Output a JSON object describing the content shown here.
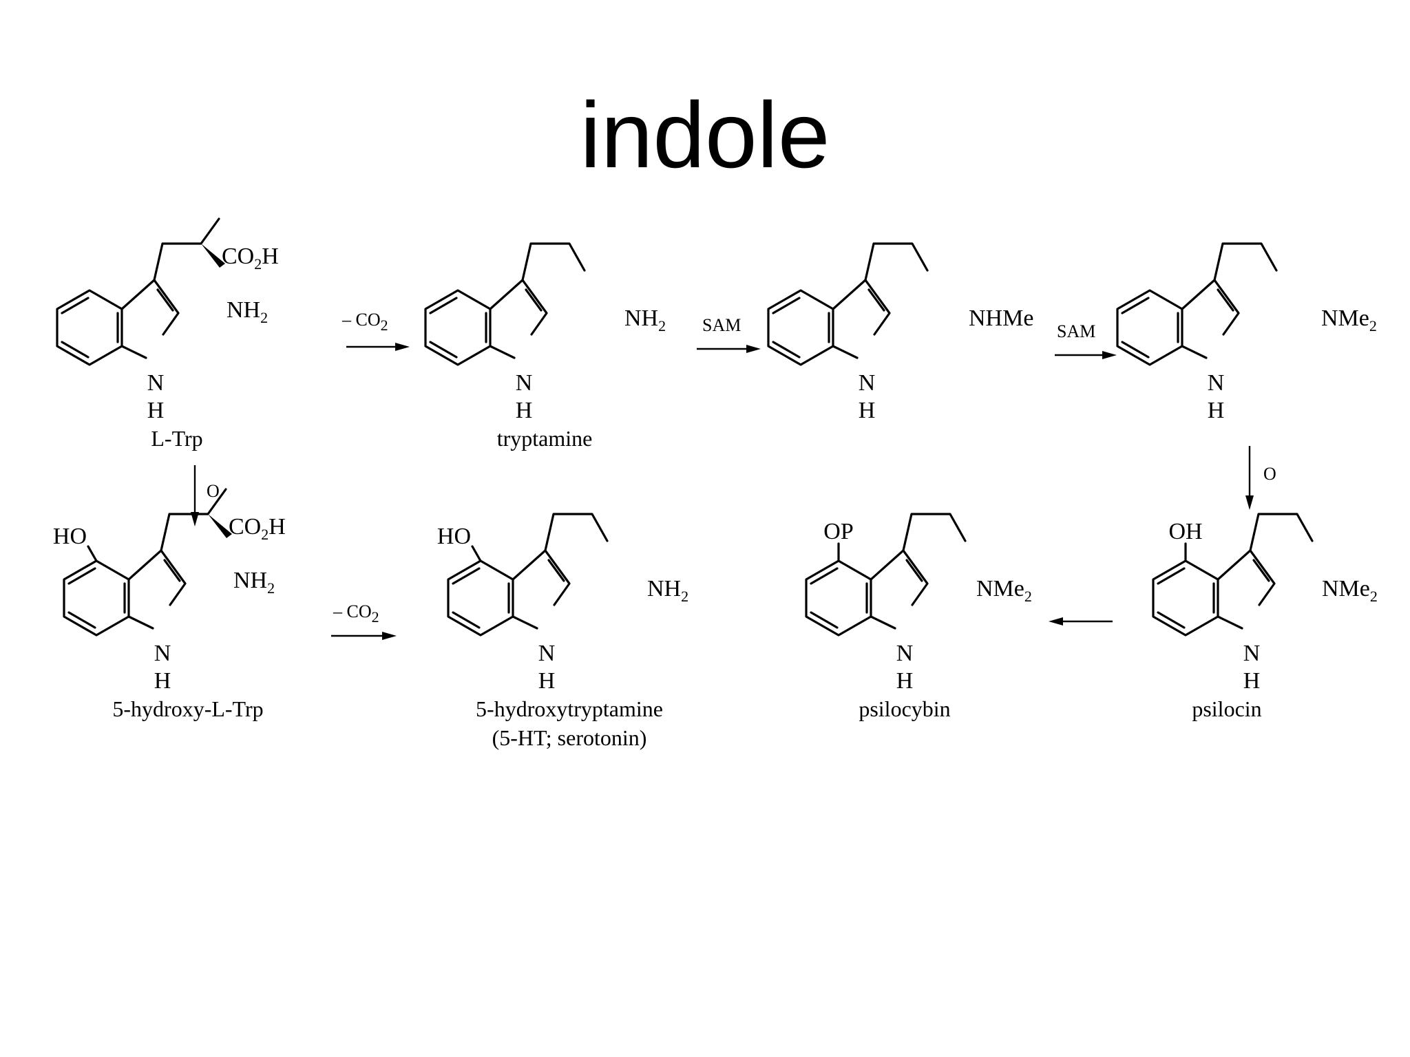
{
  "title": "indole",
  "atoms": {
    "N": "N",
    "H": "H",
    "NH": "NH",
    "NHMe": "NHMe",
    "NMe": "NMe",
    "CO": "CO",
    "H_acid": "H",
    "HO": "HO",
    "OH": "OH",
    "OP": "OP",
    "sub2": "2"
  },
  "compounds": {
    "l_trp": "L-Trp",
    "tryptamine": "tryptamine",
    "hydroxy_trp": "5-hydroxy-L-Trp",
    "serotonin_line1": "5-hydroxytryptamine",
    "serotonin_line2": "(5-HT; serotonin)",
    "psilocybin": "psilocybin",
    "psilocin": "psilocin"
  },
  "reagents": {
    "decarboxylation": "– CO",
    "sam": "SAM",
    "oxidation": "O"
  }
}
